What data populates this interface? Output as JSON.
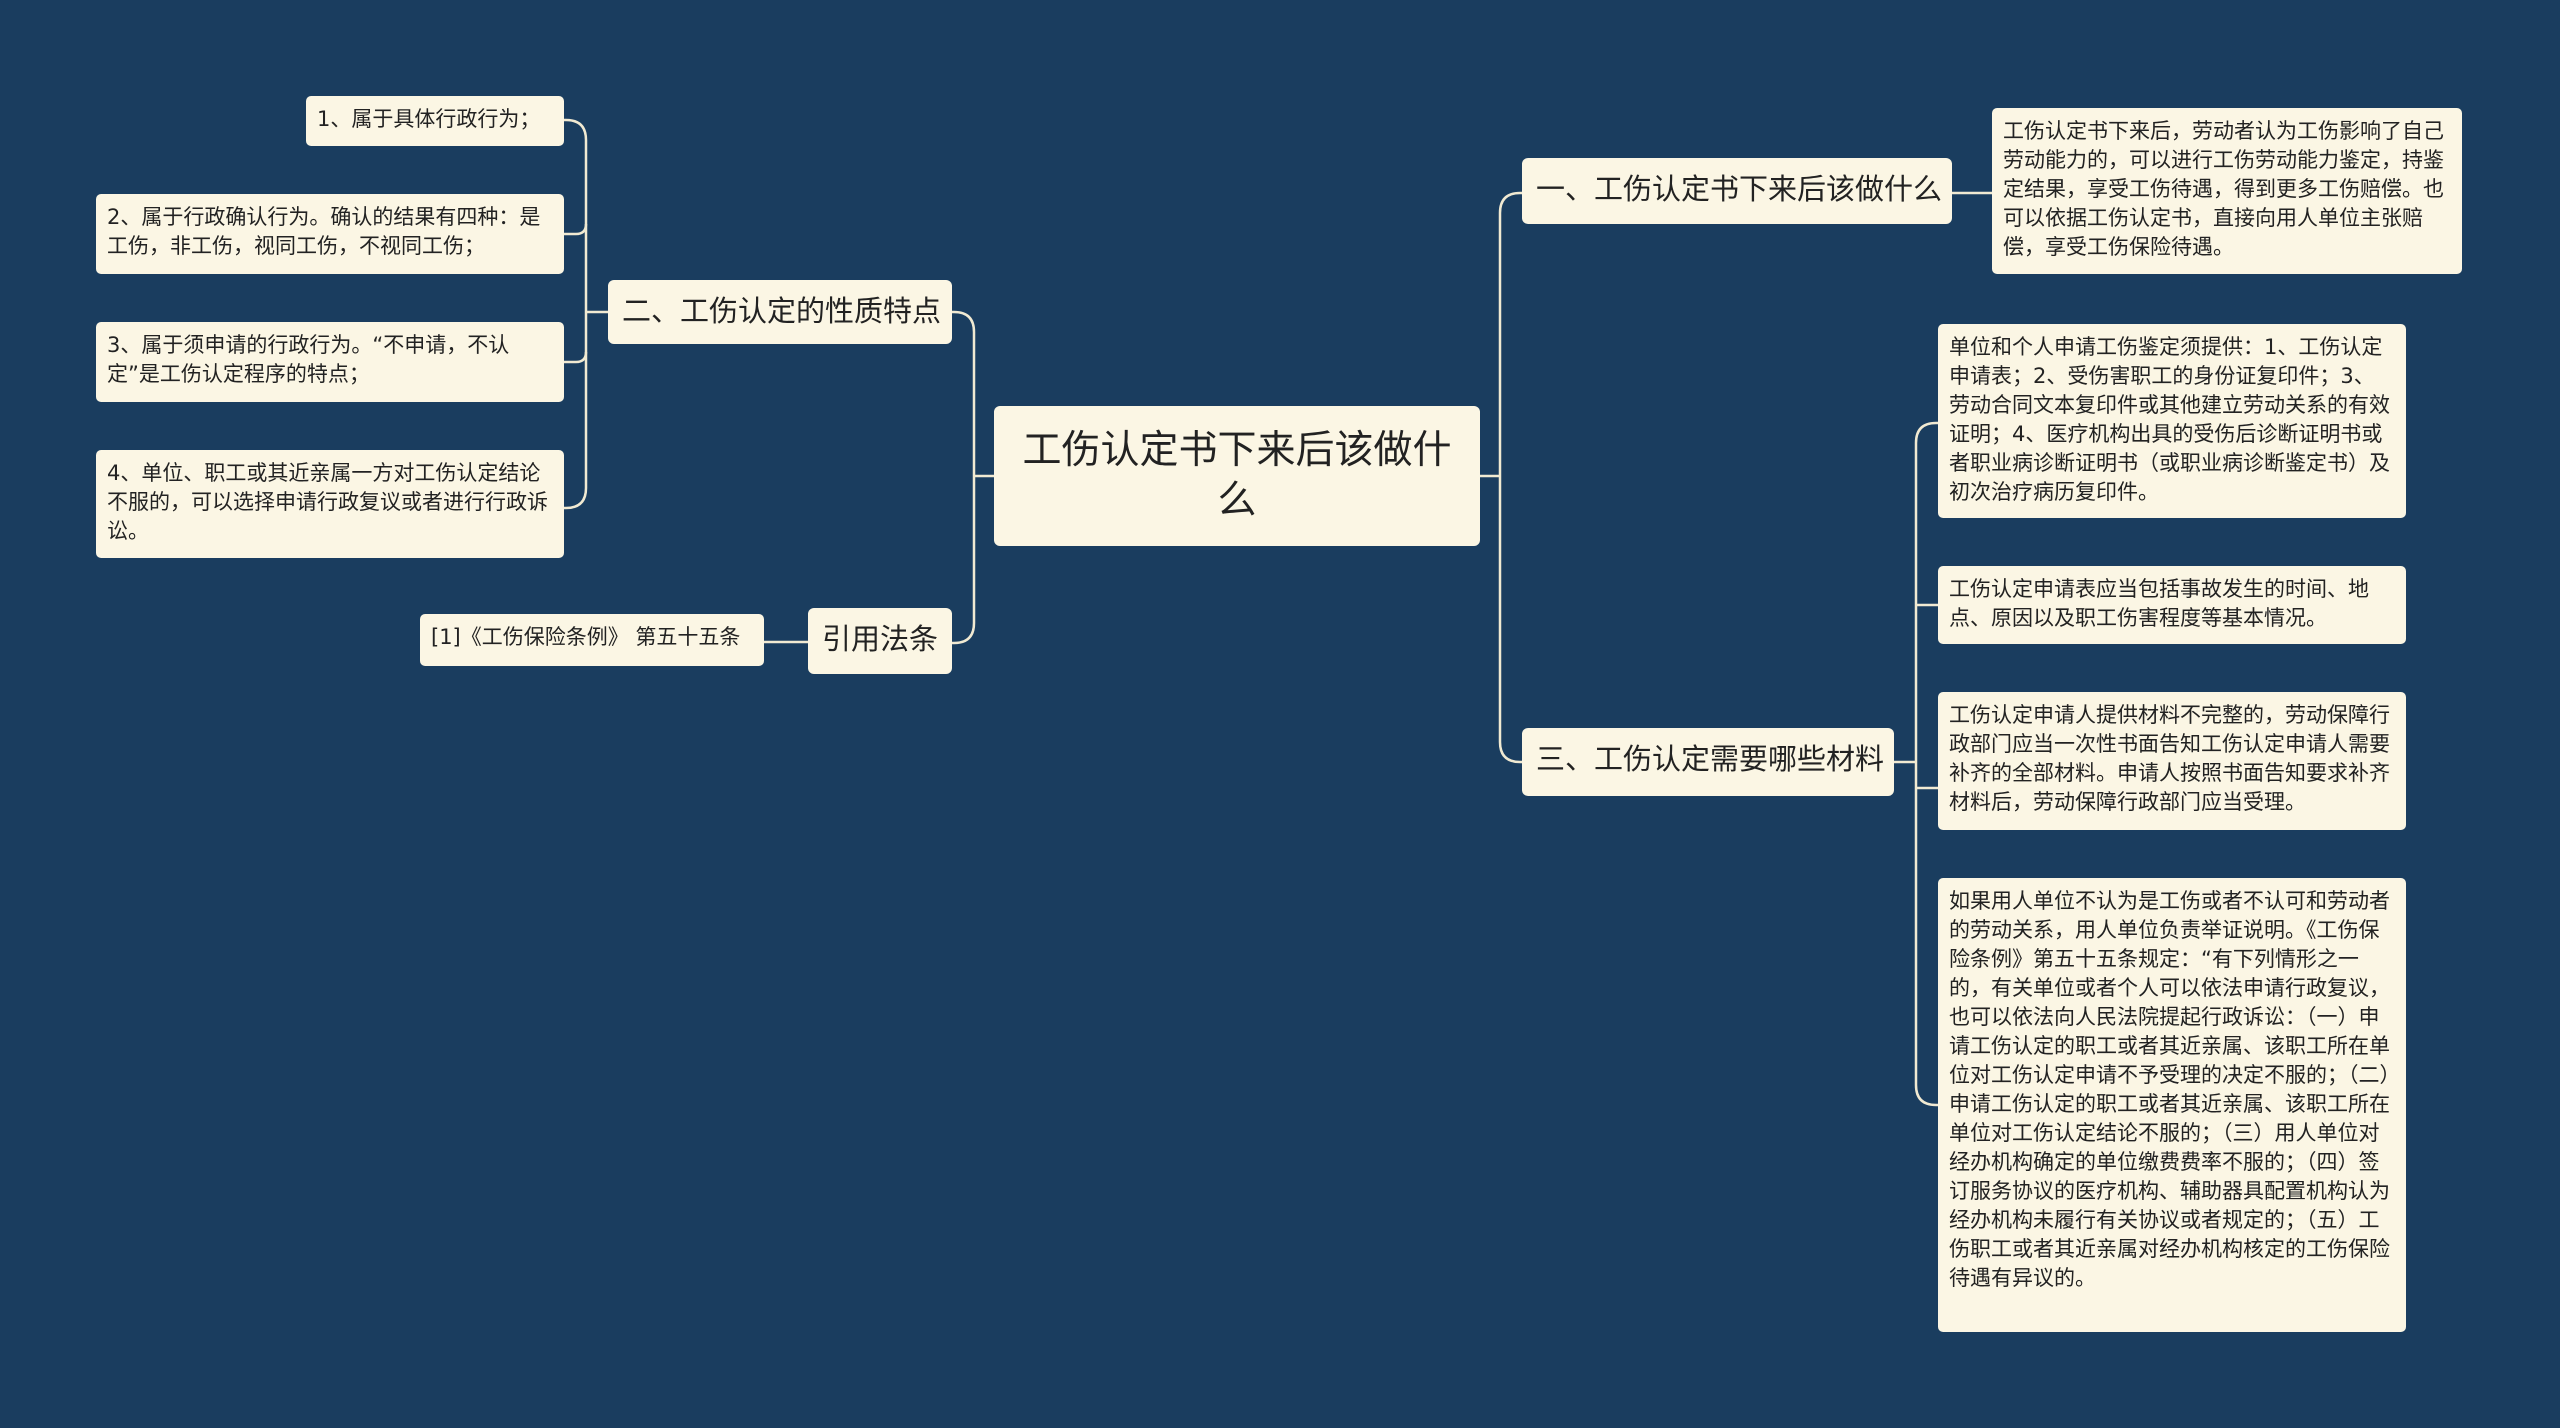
{
  "root": "工伤认定书下来后该做什么",
  "left_branches": [
    {
      "label": "二、工伤认定的性质特点",
      "leaves": [
        "1、属于具体行政行为；",
        "2、属于行政确认行为。确认的结果有四种：是工伤，非工伤，视同工伤，不视同工伤；",
        "3、属于须申请的行政行为。“不申请，不认定”是工伤认定程序的特点；",
        "4、单位、职工或其近亲属一方对工伤认定结论不服的，可以选择申请行政复议或者进行行政诉讼。"
      ]
    },
    {
      "label": "引用法条",
      "leaves": [
        "[1]《工伤保险条例》 第五十五条"
      ]
    }
  ],
  "right_branches": [
    {
      "label": "一、工伤认定书下来后该做什么",
      "leaves": [
        "工伤认定书下来后，劳动者认为工伤影响了自己劳动能力的，可以进行工伤劳动能力鉴定，持鉴定结果，享受工伤待遇，得到更多工伤赔偿。也可以依据工伤认定书，直接向用人单位主张赔偿，享受工伤保险待遇。"
      ]
    },
    {
      "label": "三、工伤认定需要哪些材料",
      "leaves": [
        "单位和个人申请工伤鉴定须提供：1、工伤认定申请表；2、受伤害职工的身份证复印件；3、劳动合同文本复印件或其他建立劳动关系的有效证明；4、医疗机构出具的受伤后诊断证明书或者职业病诊断证明书（或职业病诊断鉴定书）及初次治疗病历复印件。",
        "工伤认定申请表应当包括事故发生的时间、地点、原因以及职工伤害程度等基本情况。",
        "工伤认定申请人提供材料不完整的，劳动保障行政部门应当一次性书面告知工伤认定申请人需要补齐的全部材料。申请人按照书面告知要求补齐材料后，劳动保障行政部门应当受理。",
        "如果用人单位不认为是工伤或者不认可和劳动者的劳动关系，用人单位负责举证说明。《工伤保险条例》第五十五条规定：“有下列情形之一的，有关单位或者个人可以依法申请行政复议，也可以依法向人民法院提起行政诉讼：（一）申请工伤认定的职工或者其近亲属、该职工所在单位对工伤认定申请不予受理的决定不服的；（二）申请工伤认定的职工或者其近亲属、该职工所在单位对工伤认定结论不服的；（三）用人单位对经办机构确定的单位缴费费率不服的；（四）签订服务协议的医疗机构、辅助器具配置机构认为经办机构未履行有关协议或者规定的；（五）工伤职工或者其近亲属对经办机构核定的工伤保险待遇有异议的。"
      ]
    }
  ],
  "colors": {
    "background": "#1a3d5f",
    "node_fill": "#fbf6e4",
    "connector": "#f1ead2"
  }
}
